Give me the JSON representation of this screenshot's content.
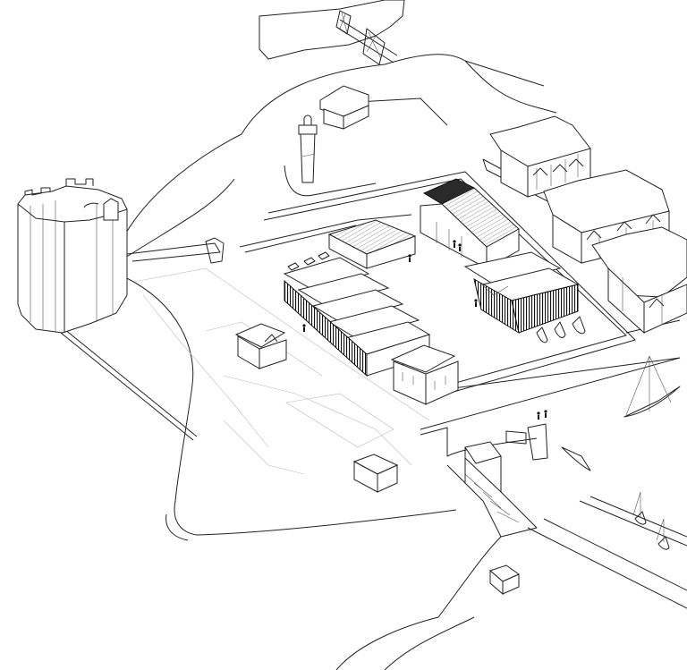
{
  "image": {
    "width": 768,
    "height": 749,
    "style": "axonometric line drawing, black on white",
    "background": "#ffffff",
    "ink": "#222222"
  },
  "features": {
    "round_tower": "round-tower",
    "lighthouse": "lighthouse",
    "courtyard_complex": "courtyard-building-complex",
    "townhouse_rows": "townhouse-row",
    "bridge": "lifting-bridge",
    "sailboats": "sailboat",
    "people": "person-figure"
  },
  "text": []
}
